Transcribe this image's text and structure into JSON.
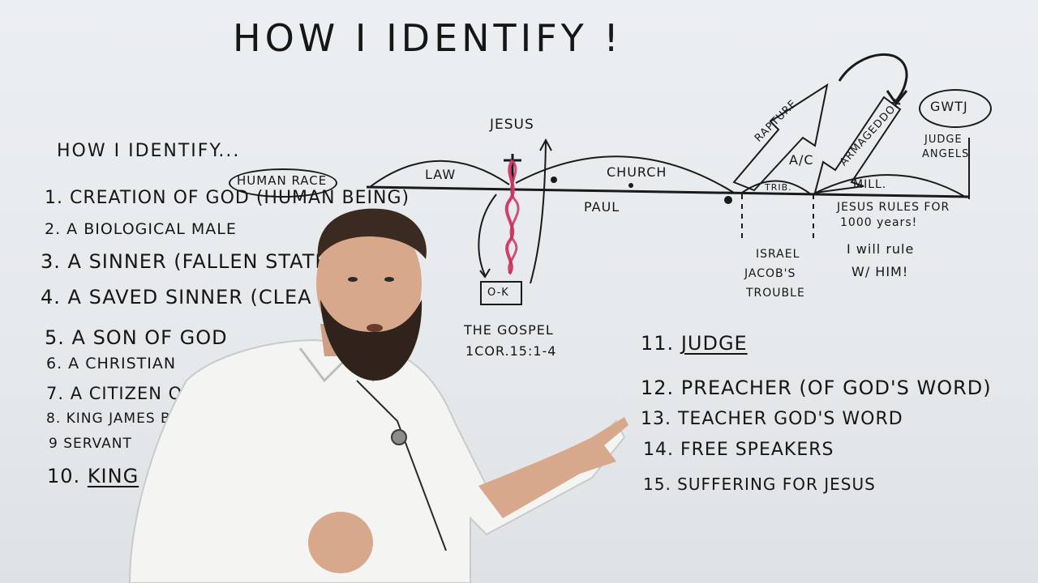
{
  "title": "HOW I IDENTIFY !",
  "subtitle": "HOW I IDENTIFY...",
  "left_list": [
    {
      "label": "1. CREATION OF GOD (HUMAN BEING)",
      "note": "HUMAN RACE"
    },
    {
      "label": "2. A BIOLOGICAL MALE"
    },
    {
      "label": "3. A SINNER (FALLEN STATE)"
    },
    {
      "label": "4. A SAVED SINNER (CLEA"
    },
    {
      "label": "5. A SON OF GOD"
    },
    {
      "label": "6. A CHRISTIAN"
    },
    {
      "label": "7. A CITIZEN OF HEA"
    },
    {
      "label": "8. KING JAMES BIB"
    },
    {
      "label": "9 SERVANT"
    },
    {
      "number": "10.",
      "label": "KING"
    }
  ],
  "right_list": [
    {
      "number": "11.",
      "label": "JUDGE"
    },
    {
      "label": "12. PREACHER (OF GOD'S WORD)"
    },
    {
      "label": "13. TEACHER GOD'S WORD"
    },
    {
      "label": "14. FREE SPEAKERS"
    },
    {
      "label": "15. SUFFERING FOR JESUS"
    }
  ],
  "timeline": {
    "jesus": "JESUS",
    "law": "LAW",
    "church": "CHURCH",
    "paul": "PAUL",
    "ok": "O-K",
    "gospel": "THE GOSPEL",
    "gospel_ref": "1COR.15:1-4",
    "rapture": "RAPTURE",
    "ac": "A/C",
    "trib": "TRIB.",
    "armageddon": "ARMAGEDDON",
    "gwtj": "GWTJ",
    "judge_angels_1": "JUDGE",
    "judge_angels_2": "ANGELS",
    "mill": "MILL.",
    "israel": "ISRAEL",
    "jacobs": "JACOB'S",
    "trouble": "TROUBLE",
    "jesus_rules_1": "JESUS RULES FOR",
    "jesus_rules_2": "1000 years!",
    "will_rule_1": "I will rule",
    "will_rule_2": "W/ HIM!"
  }
}
